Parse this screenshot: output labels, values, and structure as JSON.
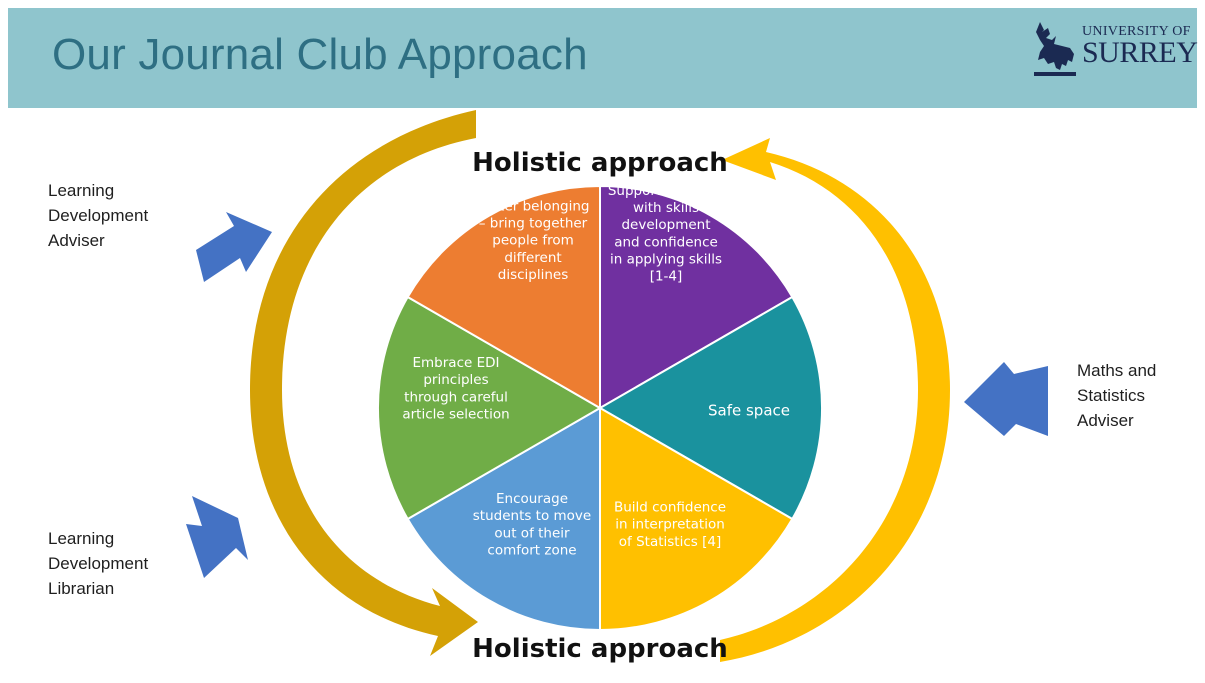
{
  "slide": {
    "title": "Our Journal Club Approach",
    "logo": {
      "small": "UNIVERSITY OF",
      "big": "SURREY"
    }
  },
  "diagram": {
    "top_label": "Holistic approach",
    "bottom_label": "Holistic approach",
    "segments": [
      {
        "lines": [
          "Support students",
          "with skills",
          "development",
          "and confidence",
          "in applying skills",
          "[1-4]"
        ],
        "color": "#7030a0"
      },
      {
        "lines": [
          "Safe space"
        ],
        "color": "#1a929e"
      },
      {
        "lines": [
          "Build confidence",
          "in interpretation",
          "of Statistics [4]"
        ],
        "color": "#ffc000"
      },
      {
        "lines": [
          "Encourage",
          "students to move",
          "out of their",
          "comfort zone"
        ],
        "color": "#5b9bd5"
      },
      {
        "lines": [
          "Embrace EDI",
          "principles",
          "through careful",
          "article selection"
        ],
        "color": "#70ad47"
      },
      {
        "lines": [
          "Foster belonging",
          "– bring together",
          "people from",
          "different",
          "disciplines"
        ],
        "color": "#ed7d31"
      }
    ],
    "colors": {
      "arrow_gold": "#d4a106",
      "arrow_yellow": "#ffc000",
      "pointer_blue": "#4472c4",
      "header_bg": "#8fc5cd",
      "title_color": "#2e6f83"
    }
  },
  "roles": {
    "top_left": [
      "Learning",
      "Development",
      "Adviser"
    ],
    "bottom_left": [
      "Learning",
      "Development",
      "Librarian"
    ],
    "right": [
      "Maths and",
      "Statistics",
      "Adviser"
    ]
  }
}
